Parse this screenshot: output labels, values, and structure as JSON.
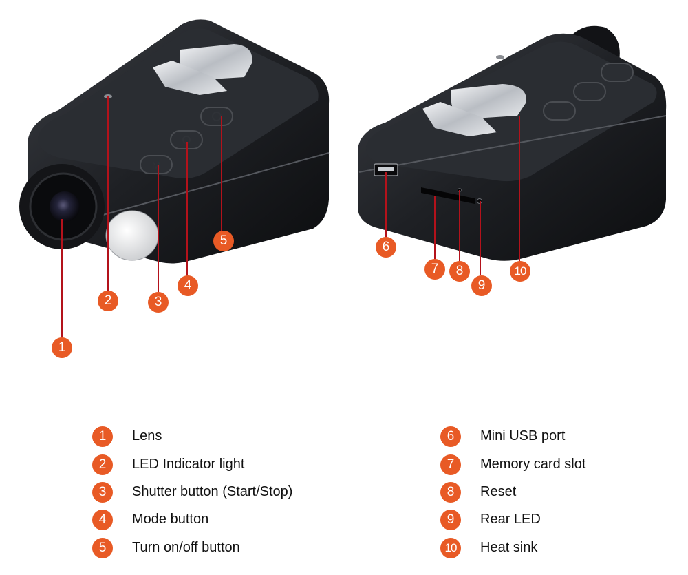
{
  "callouts": [
    {
      "number": "1",
      "label": "Lens"
    },
    {
      "number": "2",
      "label": "LED Indicator light"
    },
    {
      "number": "3",
      "label": "Shutter button (Start/Stop)"
    },
    {
      "number": "4",
      "label": "Mode button"
    },
    {
      "number": "5",
      "label": "Turn on/off button"
    },
    {
      "number": "6",
      "label": "Mini USB port"
    },
    {
      "number": "7",
      "label": "Memory card slot"
    },
    {
      "number": "8",
      "label": "Reset"
    },
    {
      "number": "9",
      "label": "Rear LED"
    },
    {
      "number": "10",
      "label": "Heat sink"
    }
  ],
  "colors": {
    "badge": "#e85a25",
    "leader_line": "#b3121b",
    "camera_body": "#1e2024",
    "button_plate": "#c9cdd2"
  },
  "icons": {
    "mode_button_symbol": "m-letter-icon",
    "shutter_button_symbol": "record-icon",
    "power_button_symbol": "power-icon"
  }
}
